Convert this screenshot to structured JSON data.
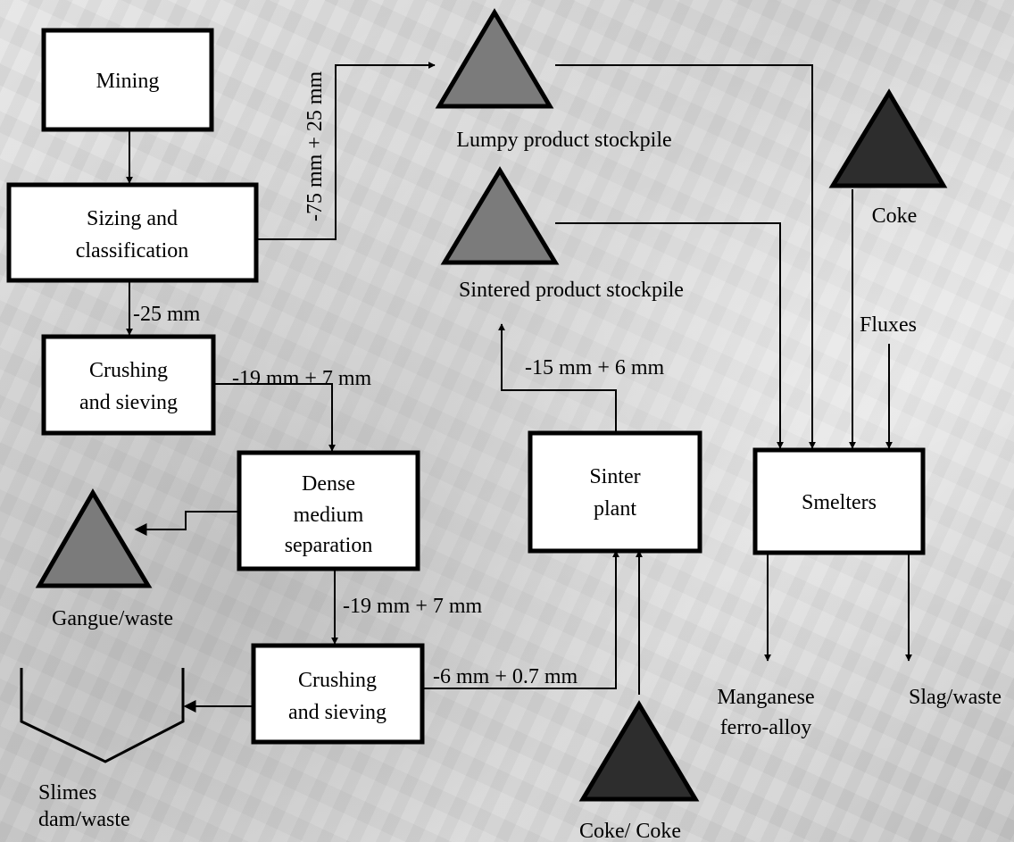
{
  "boxes": {
    "mining": "Mining",
    "sizing_line1": "Sizing and",
    "sizing_line2": "classification",
    "crushing1_line1": "Crushing",
    "crushing1_line2": "and sieving",
    "dense_line1": "Dense",
    "dense_line2": "medium",
    "dense_line3": "separation",
    "crushing2_line1": "Crushing",
    "crushing2_line2": "and sieving",
    "sinter_line1": "Sinter",
    "sinter_line2": "plant",
    "smelters": "Smelters"
  },
  "stockpiles": {
    "lumpy": "Lumpy product stockpile",
    "sintered": "Sintered product stockpile",
    "coke_top": "Coke",
    "gangue": "Gangue/waste",
    "coke_bottom": "Coke/ Coke"
  },
  "flow_labels": {
    "lump_size": "-75 mm + 25 mm",
    "minus25": "-25 mm",
    "size_19_7_a": "-19 mm + 7 mm",
    "size_19_7_b": "-19 mm + 7 mm",
    "size_15_6": "-15 mm + 6 mm",
    "size_6_07": "-6 mm + 0.7 mm",
    "fluxes": "Fluxes"
  },
  "outputs": {
    "manganese_line1": "Manganese",
    "manganese_line2": "ferro-alloy",
    "slag": "Slag/waste",
    "slimes_line1": "Slimes",
    "slimes_line2": "dam/waste"
  },
  "colors": {
    "stockpile_grey": "#7b7b7b",
    "stockpile_dark": "#2d2d2d",
    "box_fill": "#ffffff",
    "stroke": "#000000"
  }
}
